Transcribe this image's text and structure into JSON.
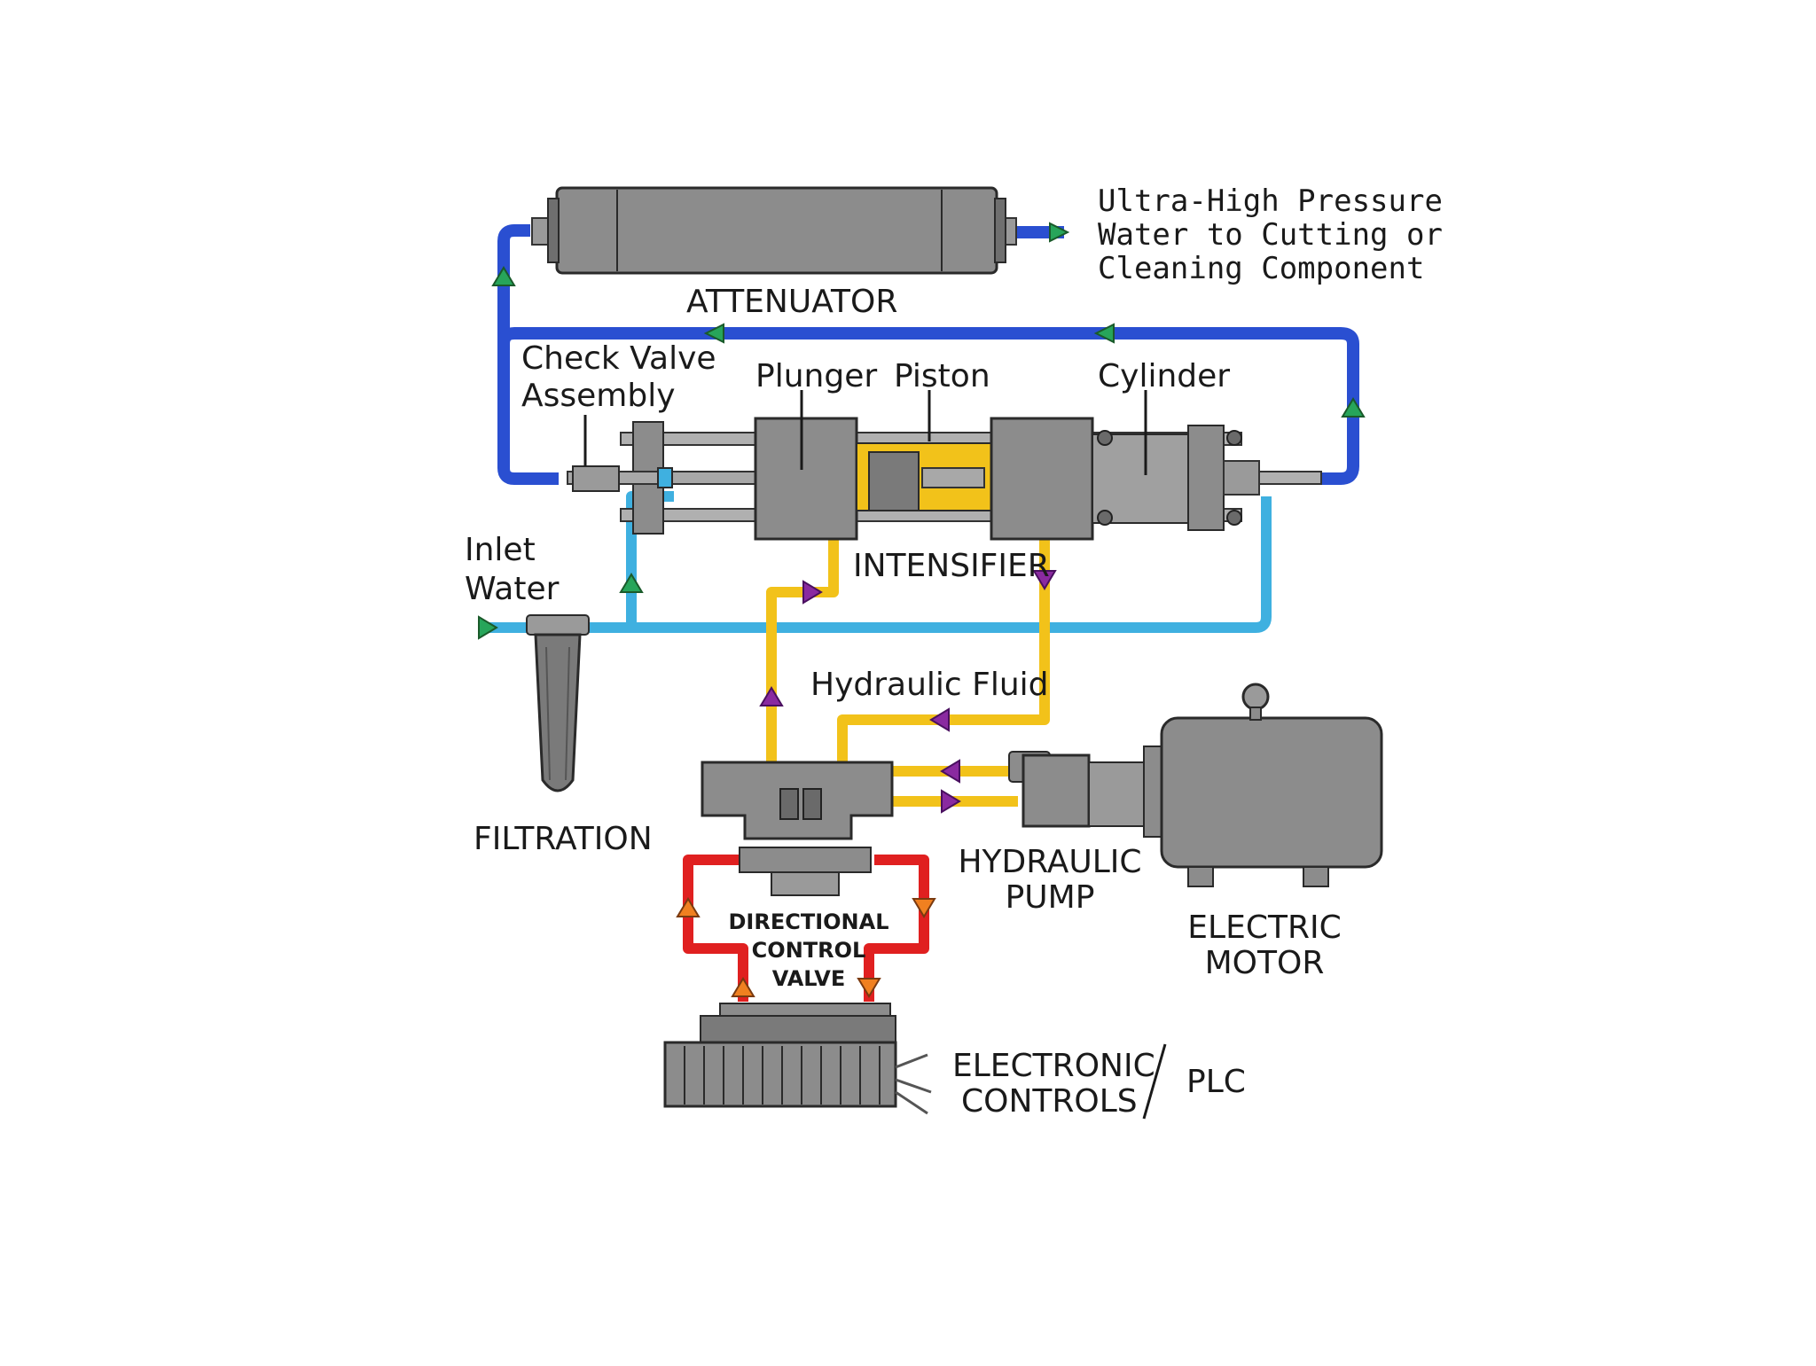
{
  "diagram": {
    "labels": {
      "output": [
        "Ultra-High Pressure",
        "Water to Cutting or",
        "Cleaning Component"
      ],
      "attenuator": "ATTENUATOR",
      "check_valve": [
        "Check Valve",
        "Assembly"
      ],
      "plunger": "Plunger",
      "piston": "Piston",
      "cylinder": "Cylinder",
      "intensifier": "INTENSIFIER",
      "inlet_water": [
        "Inlet",
        "Water"
      ],
      "hydraulic_fluid": "Hydraulic Fluid",
      "filtration": "FILTRATION",
      "directional_control_valve": [
        "DIRECTIONAL",
        "CONTROL",
        "VALVE"
      ],
      "hydraulic_pump": [
        "HYDRAULIC",
        "PUMP"
      ],
      "electric_motor": [
        "ELECTRIC",
        "MOTOR"
      ],
      "electronic_controls": [
        "ELECTRONIC",
        "CONTROLS"
      ],
      "plc": "PLC"
    },
    "colors": {
      "high_pressure_water": "#2a4fd1",
      "low_pressure_water": "#3fb0e0",
      "hydraulic_fluid": "#f2c21a",
      "control_circuit": "#e02020",
      "machine_gray": "#8c8c8c",
      "arrow_water": "#27a55a",
      "arrow_hydraulic": "#8a2aa0",
      "arrow_control": "#f08020"
    }
  }
}
